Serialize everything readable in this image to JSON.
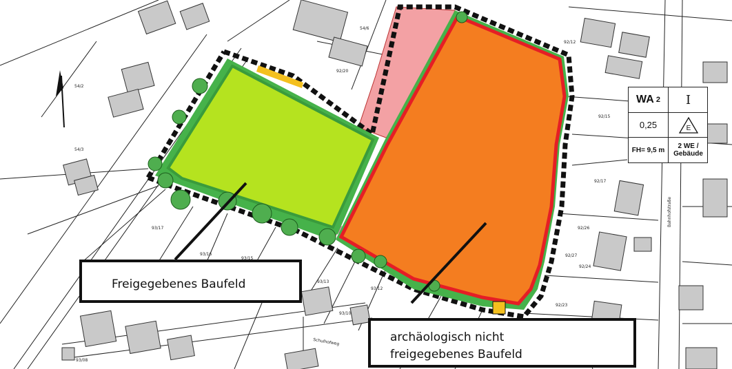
{
  "map": {
    "parcel_labels": [
      "54/6",
      "92/12",
      "92/20",
      "54/2",
      "54/3",
      "92/15",
      "92/17",
      "92/26",
      "92/27",
      "92/24",
      "92/23",
      "93/17",
      "93/16",
      "93/15",
      "93/13",
      "93/12",
      "93/10",
      "93/08"
    ],
    "street_labels": [
      "Bahnhofstraße",
      "Schulhofweg"
    ],
    "north_arrow_icon": "north-arrow-icon"
  },
  "callouts": {
    "released": "Freigegebenes Baufeld",
    "not_released_line1": "archäologisch nicht",
    "not_released_line2": "freigegebenes Baufeld"
  },
  "legend": {
    "zone": "WA",
    "zone_number": "2",
    "storeys": "I",
    "grz": "0,25",
    "house_type": "E",
    "height": "FH= 9,5 m",
    "units_line1": "2 WE /",
    "units_line2": "Gebäude"
  },
  "colors": {
    "released_field": "#b5e31f",
    "not_released_field": "#f47d20",
    "outline_red": "#e51e25",
    "pink_area": "#f3a1a4",
    "green_border": "#46b24a"
  }
}
